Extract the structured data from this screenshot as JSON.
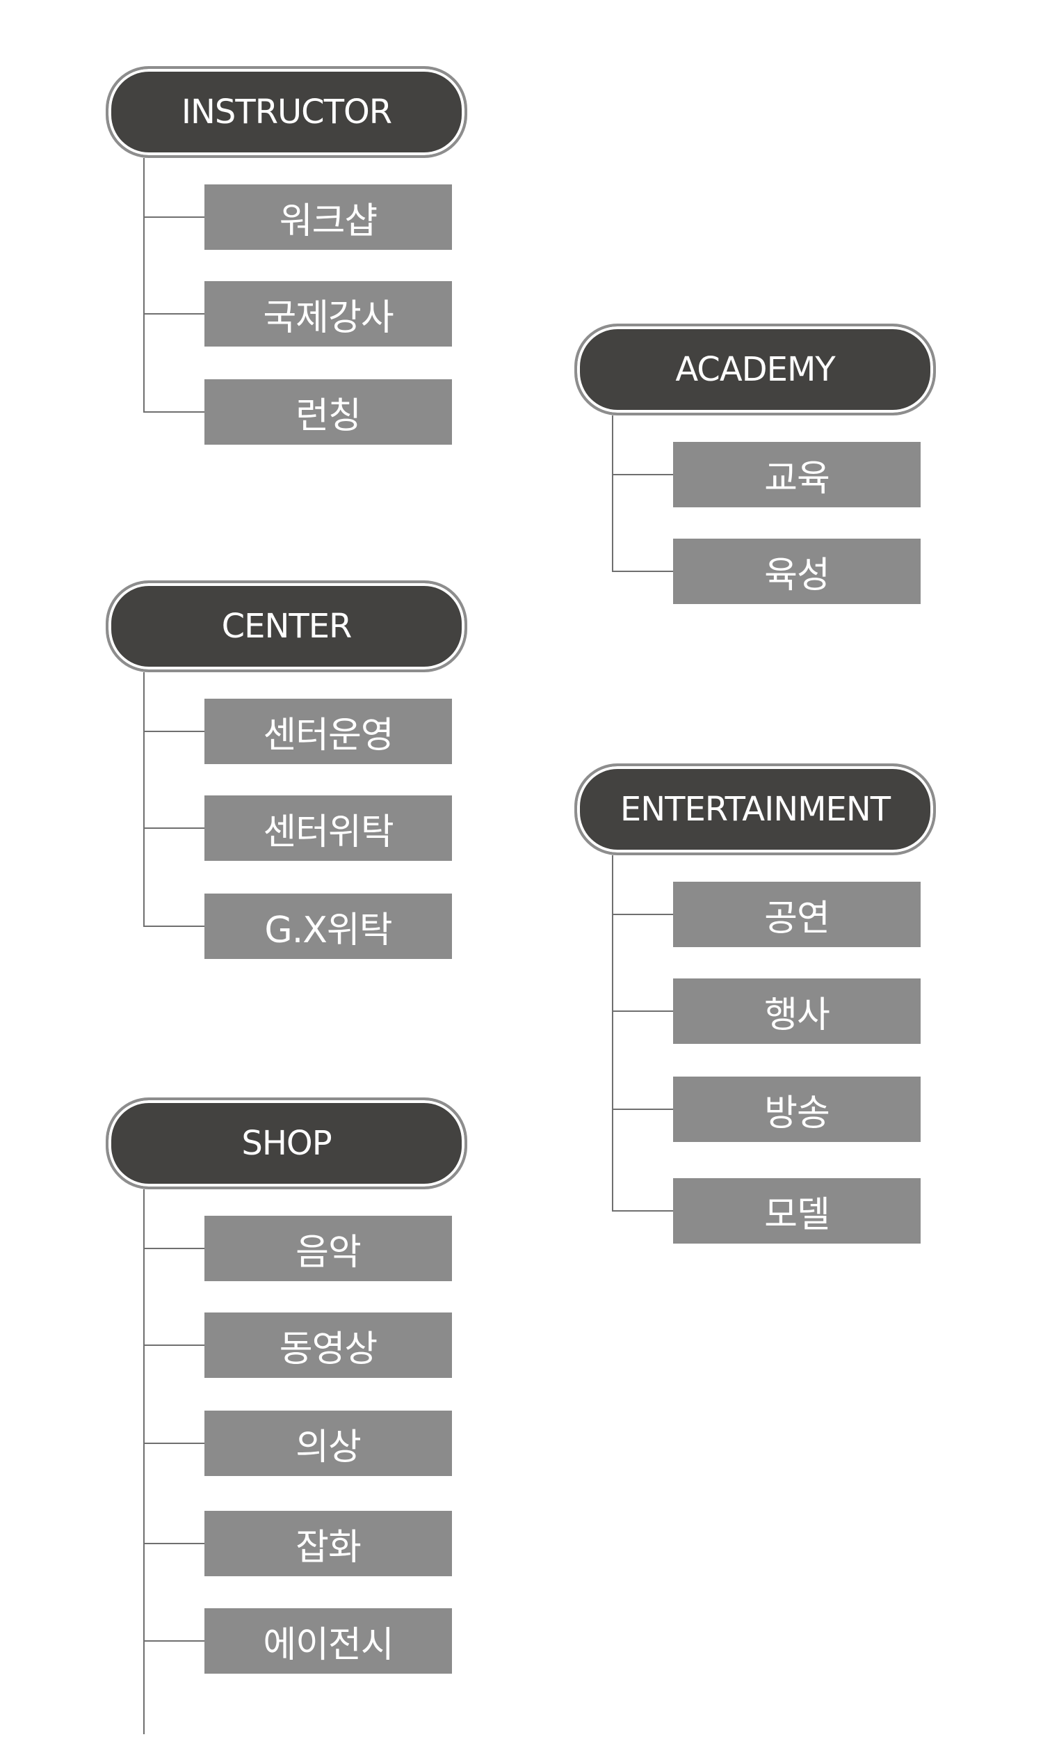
{
  "colors": {
    "category_fill": "#434240",
    "category_border": "#8d8d8d",
    "item_fill": "#8b8b8b",
    "connector": "#6f6f6f",
    "background": "#ffffff"
  },
  "categories": [
    {
      "name": "INSTRUCTOR",
      "items": [
        "워크샵",
        "국제강사",
        "런칭"
      ]
    },
    {
      "name": "ACADEMY",
      "items": [
        "교육",
        "육성"
      ]
    },
    {
      "name": "CENTER",
      "items": [
        "센터운영",
        "센터위탁",
        "G.X위탁"
      ]
    },
    {
      "name": "ENTERTAINMENT",
      "items": [
        "공연",
        "행사",
        "방송",
        "모델"
      ]
    },
    {
      "name": "SHOP",
      "items": [
        "음악",
        "동영상",
        "의상",
        "잡화",
        "에이전시"
      ]
    }
  ]
}
